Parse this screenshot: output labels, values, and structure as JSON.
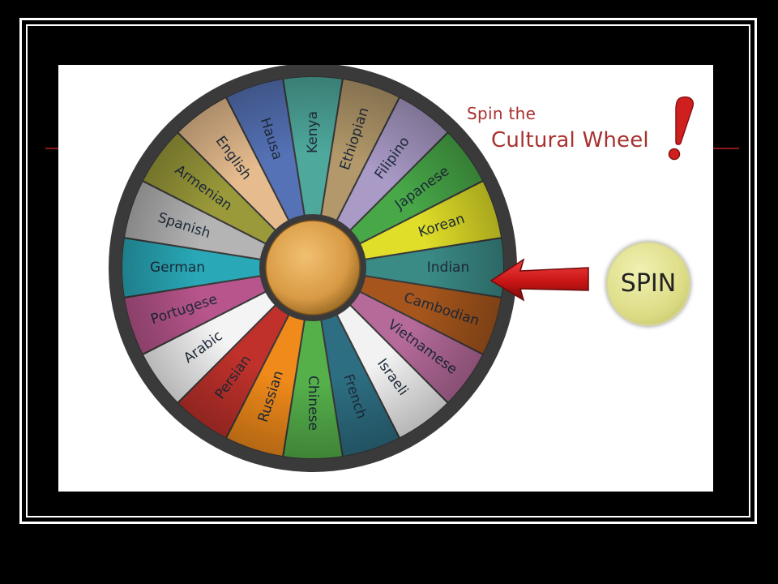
{
  "title": {
    "line1": "Spin the",
    "line2": "Cultural Wheel"
  },
  "spin_button": {
    "label": "SPIN"
  },
  "wheel": {
    "segments": [
      {
        "label": "Indian",
        "color": "#3a8a86"
      },
      {
        "label": "Cambodian",
        "color": "#a6561c"
      },
      {
        "label": "Vietnamese",
        "color": "#b56a9a"
      },
      {
        "label": "Israeli",
        "color": "#f2f2f2"
      },
      {
        "label": "French",
        "color": "#2d6e82"
      },
      {
        "label": "Chinese",
        "color": "#55b04a"
      },
      {
        "label": "Russian",
        "color": "#f08a1a"
      },
      {
        "label": "Persian",
        "color": "#c0312b"
      },
      {
        "label": "Arabic",
        "color": "#f4f4f4"
      },
      {
        "label": "Portugese",
        "color": "#b8558c"
      },
      {
        "label": "German",
        "color": "#29a9b8"
      },
      {
        "label": "Spanish",
        "color": "#b4b4b4"
      },
      {
        "label": "Armenian",
        "color": "#9a9a3a"
      },
      {
        "label": "English",
        "color": "#e6bc8e"
      },
      {
        "label": "Hausa",
        "color": "#5572b6"
      },
      {
        "label": "Kenya",
        "color": "#4ea89c"
      },
      {
        "label": "Ethiopian",
        "color": "#b2986a"
      },
      {
        "label": "Filipino",
        "color": "#a99ac6"
      },
      {
        "label": "Japanese",
        "color": "#48a848"
      },
      {
        "label": "Korean",
        "color": "#e0de28"
      }
    ],
    "hub_color": "#d99a45",
    "rim_color": "#3a3a3a"
  },
  "colors": {
    "title": "#a8312e",
    "arrow": "#d01818",
    "spin_button": "#dcdc86"
  }
}
